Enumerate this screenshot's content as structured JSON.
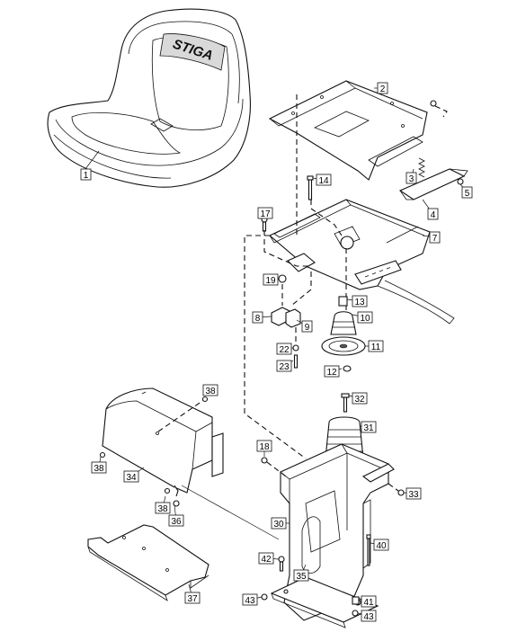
{
  "diagram": {
    "seat_logo": "STIGA",
    "callouts": [
      {
        "id": "c1",
        "label": "1"
      },
      {
        "id": "c2",
        "label": "2"
      },
      {
        "id": "c3",
        "label": "3"
      },
      {
        "id": "c4",
        "label": "4"
      },
      {
        "id": "c5",
        "label": "5"
      },
      {
        "id": "c7",
        "label": "7"
      },
      {
        "id": "c8",
        "label": "8"
      },
      {
        "id": "c9",
        "label": "9"
      },
      {
        "id": "c10",
        "label": "10"
      },
      {
        "id": "c11",
        "label": "11"
      },
      {
        "id": "c12",
        "label": "12"
      },
      {
        "id": "c13",
        "label": "13"
      },
      {
        "id": "c14",
        "label": "14"
      },
      {
        "id": "c17",
        "label": "17"
      },
      {
        "id": "c18",
        "label": "18"
      },
      {
        "id": "c19",
        "label": "19"
      },
      {
        "id": "c22",
        "label": "22"
      },
      {
        "id": "c23",
        "label": "23"
      },
      {
        "id": "c30",
        "label": "30"
      },
      {
        "id": "c31",
        "label": "31"
      },
      {
        "id": "c32",
        "label": "32"
      },
      {
        "id": "c33",
        "label": "33"
      },
      {
        "id": "c34",
        "label": "34"
      },
      {
        "id": "c35",
        "label": "35"
      },
      {
        "id": "c36",
        "label": "36"
      },
      {
        "id": "c37",
        "label": "37"
      },
      {
        "id": "c38a",
        "label": "38"
      },
      {
        "id": "c38b",
        "label": "38"
      },
      {
        "id": "c38c",
        "label": "38"
      },
      {
        "id": "c40",
        "label": "40"
      },
      {
        "id": "c41",
        "label": "41"
      },
      {
        "id": "c42",
        "label": "42"
      },
      {
        "id": "c43a",
        "label": "43"
      },
      {
        "id": "c43b",
        "label": "43"
      }
    ]
  }
}
